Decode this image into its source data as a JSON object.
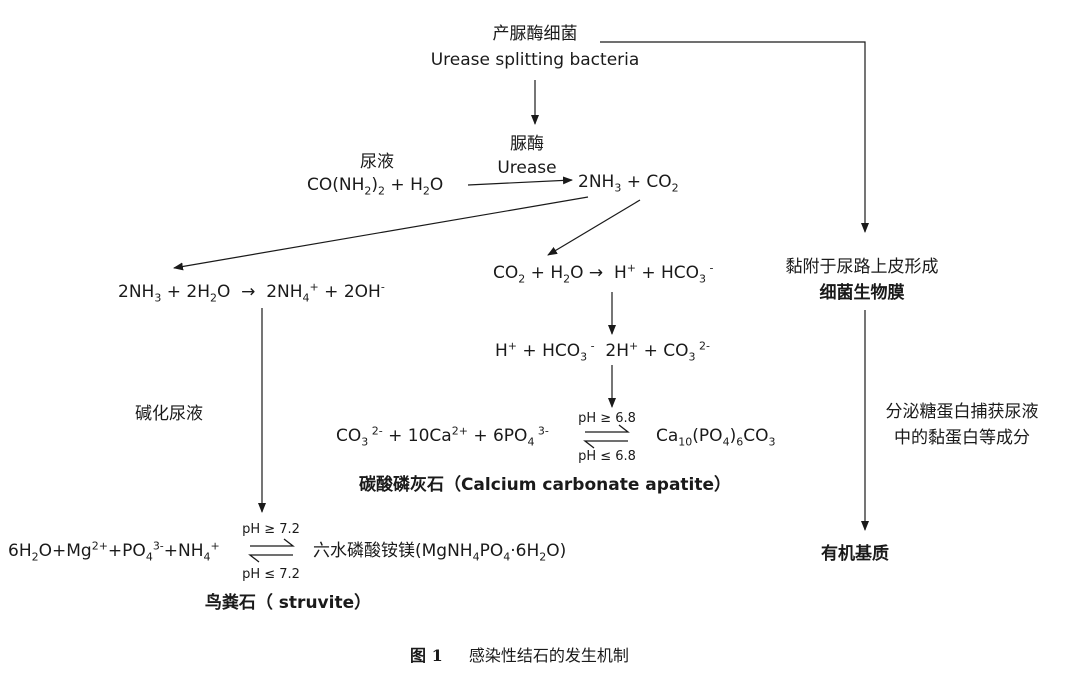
{
  "bacteria": {
    "cn": "产脲酶细菌",
    "en": "Urease splitting bacteria"
  },
  "urease": {
    "cn": "脲酶",
    "en": "Urease"
  },
  "urine_label": "尿液",
  "alkaline_urine": "碱化尿液",
  "biofilm": {
    "line1": "黏附于尿路上皮形成",
    "line2": "细菌生物膜"
  },
  "secretion": {
    "line1": "分泌糖蛋白捕获尿液",
    "line2": "中的黏蛋白等成分"
  },
  "organic_matrix": "有机基质",
  "equilibrium": {
    "apatite_upper": "pH ≥ 6.8",
    "apatite_lower": "pH ≤ 6.8",
    "struvite_upper": "pH ≥ 7.2",
    "struvite_lower": "pH ≤ 7.2"
  },
  "apatite_name": "碳酸磷灰石（Calcium carbonate apatite）",
  "struvite_name": "鸟粪石（ struvite）",
  "caption": {
    "figure_no": "图 1",
    "title": "感染性结石的发生机制"
  }
}
